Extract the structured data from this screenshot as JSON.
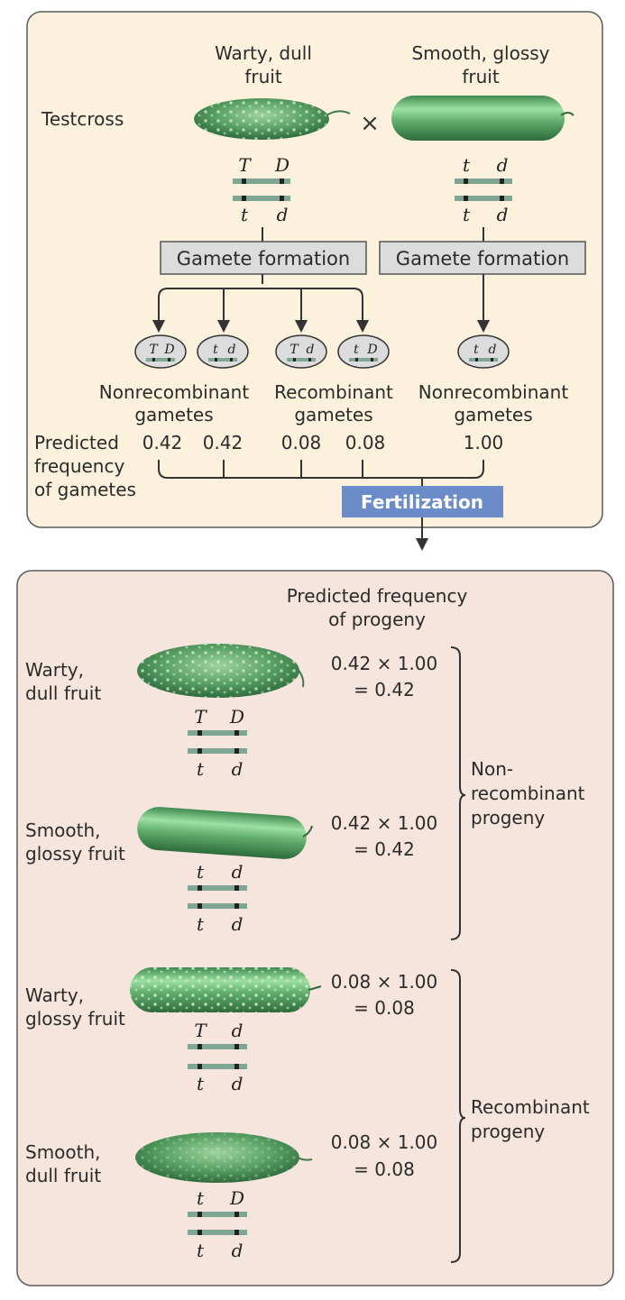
{
  "top_panel": {
    "testcross_label": "Testcross",
    "cross_symbol": "×",
    "parent1": {
      "name_line1": "Warty, dull",
      "name_line2": "fruit",
      "upper_alleles": [
        "T",
        "D"
      ],
      "lower_alleles": [
        "t",
        "d"
      ]
    },
    "parent2": {
      "name_line1": "Smooth, glossy",
      "name_line2": "fruit",
      "upper_alleles": [
        "t",
        "d"
      ],
      "lower_alleles": [
        "t",
        "d"
      ]
    },
    "gamete_formation_label": "Gamete formation",
    "gametes": [
      {
        "alleles": [
          "T",
          "D"
        ],
        "frequency": "0.42"
      },
      {
        "alleles": [
          "t",
          "d"
        ],
        "frequency": "0.42"
      },
      {
        "alleles": [
          "T",
          "d"
        ],
        "frequency": "0.08"
      },
      {
        "alleles": [
          "t",
          "D"
        ],
        "frequency": "0.08"
      },
      {
        "alleles": [
          "t",
          "d"
        ],
        "frequency": "1.00"
      }
    ],
    "group_labels": {
      "nonrecombinant_1": "Nonrecombinant",
      "recombinant": "Recombinant",
      "nonrecombinant_2": "Nonrecombinant",
      "gametes": "gametes"
    },
    "predicted_frequency_label": [
      "Predicted",
      "frequency",
      "of gametes"
    ],
    "fertilization_label": "Fertilization"
  },
  "bottom_panel": {
    "header_line1": "Predicted frequency",
    "header_line2": "of progeny",
    "progeny": [
      {
        "name_line1": "Warty,",
        "name_line2": "dull fruit",
        "upper_alleles": [
          "T",
          "D"
        ],
        "lower_alleles": [
          "t",
          "d"
        ],
        "calc": "0.42 × 1.00",
        "result": "= 0.42"
      },
      {
        "name_line1": "Smooth,",
        "name_line2": "glossy fruit",
        "upper_alleles": [
          "t",
          "d"
        ],
        "lower_alleles": [
          "t",
          "d"
        ],
        "calc": "0.42 × 1.00",
        "result": "= 0.42"
      },
      {
        "name_line1": "Warty,",
        "name_line2": "glossy fruit",
        "upper_alleles": [
          "T",
          "d"
        ],
        "lower_alleles": [
          "t",
          "d"
        ],
        "calc": "0.08 × 1.00",
        "result": "= 0.08"
      },
      {
        "name_line1": "Smooth,",
        "name_line2": "dull fruit",
        "upper_alleles": [
          "t",
          "D"
        ],
        "lower_alleles": [
          "t",
          "d"
        ],
        "calc": "0.08 × 1.00",
        "result": "= 0.08"
      }
    ],
    "nonrecombinant_progeny_label": [
      "Non-",
      "recombinant",
      "progeny"
    ],
    "recombinant_progeny_label": [
      "Recombinant",
      "progeny"
    ]
  },
  "colors": {
    "top_panel_bg": "#fbf1dc",
    "bottom_panel_bg": "#f5e5dc",
    "chromosome": "#7fa693",
    "gamete_box": "#dcdcdc",
    "fertilization_box": "#6b8cc8",
    "cucumber": "#5fa56d"
  }
}
